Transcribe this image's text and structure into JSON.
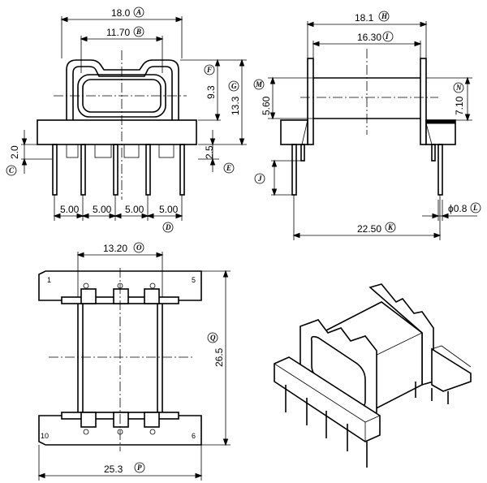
{
  "front_view": {
    "dim_width_top": {
      "value": "18.0",
      "letter": "A"
    },
    "dim_inner_width": {
      "value": "11.70",
      "letter": "B"
    },
    "dim_pin_offset": {
      "value": "2.0",
      "letter": "C"
    },
    "dim_pitch": {
      "values": [
        "5.00",
        "5.00",
        "5.00",
        "5.00"
      ],
      "letter": "D"
    },
    "dim_base": {
      "value": "2.5",
      "letter": "E"
    },
    "dim_window_height": {
      "value": "9.3",
      "letter": "F"
    },
    "dim_total_height": {
      "value": "13.3",
      "letter": "G"
    }
  },
  "side_view": {
    "dim_overall": {
      "value": "18.1",
      "letter": "H"
    },
    "dim_inner": {
      "value": "16.30",
      "letter": "I"
    },
    "dim_pin_length": {
      "value": "",
      "letter": "J"
    },
    "dim_pin_span": {
      "value": "22.50",
      "letter": "K"
    },
    "dim_pin_dia": {
      "value": "ϕ0.8",
      "letter": "L"
    },
    "dim_core_height": {
      "value": "5.60",
      "letter": "M"
    },
    "dim_flange": {
      "value": "7.10",
      "letter": "N"
    }
  },
  "bottom_view": {
    "dim_top_width": {
      "value": "13.20",
      "letter": "O"
    },
    "dim_bottom_width": {
      "value": "25.3",
      "letter": "P"
    },
    "dim_height": {
      "value": "26.5",
      "letter": "Q"
    },
    "pin_labels": {
      "p1": "1",
      "p5": "5",
      "p10": "10",
      "p6": "6"
    }
  }
}
